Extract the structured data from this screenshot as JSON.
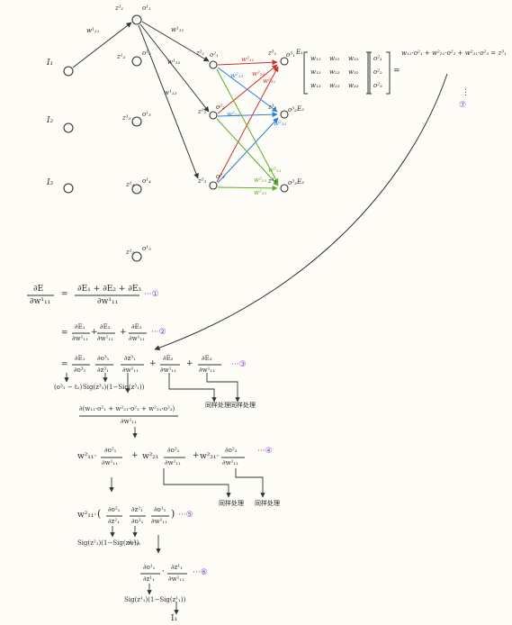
{
  "network": {
    "inputs": [
      {
        "label": "I₁"
      },
      {
        "label": "I₂"
      },
      {
        "label": "I₃"
      }
    ],
    "hidden1": [
      {
        "z": "z¹₁",
        "o": "o¹₁"
      },
      {
        "z": "z¹₂",
        "o": "o¹₂"
      },
      {
        "z": "z¹₃",
        "o": "o¹₃"
      },
      {
        "z": "z¹₄",
        "o": "o¹₄"
      },
      {
        "z": "z¹₅",
        "o": "o¹₅"
      }
    ],
    "hidden2": [
      {
        "z": "z²₁",
        "o": "o²₁"
      },
      {
        "z": "z²₂",
        "o": "o²₂"
      },
      {
        "z": "z²₃",
        "o": "o²₃"
      }
    ],
    "outputs": [
      {
        "z": "z³₁",
        "o": "o³₁",
        "e": "E₁"
      },
      {
        "z": "z³₂",
        "o": "o³₂",
        "e": "E₂"
      },
      {
        "z": "z³₃",
        "o": "o³₃",
        "e": "E₃"
      }
    ],
    "first_layer_weights": [
      "w¹₁₁",
      "w¹₁₂",
      "w¹₁₃"
    ],
    "input_weight": "w¹₁₁",
    "colored_weights": {
      "red": [
        "w²₁₁",
        "w²₂₁",
        "w²₃₁"
      ],
      "blue": [
        "w²₁₂",
        "w²₂₂",
        "w²₃₂"
      ],
      "green": [
        "w²₁₃",
        "w²₂₃",
        "w²₃₃"
      ]
    }
  },
  "matrix": {
    "rows": [
      [
        "w₁₁",
        "w₂₁",
        "w₃₁"
      ],
      [
        "w₁₂",
        "w₂₂",
        "w₃₂"
      ],
      [
        "w₁₃",
        "w₂₃",
        "w₃₃"
      ]
    ],
    "vector": [
      "o²₁",
      "o²₂",
      "o²₃"
    ],
    "equals": "=",
    "result": "w₁₁·o²₁ + w²₂₁·o²₂ + w²₃₁·o²₃ = z³₁",
    "ellipsis": "⋮",
    "marker": "⑦"
  },
  "equations": {
    "eq1": {
      "lhs_num": "∂E",
      "lhs_den": "∂w¹₁₁",
      "rhs_num": "∂E₁ + ∂E₂ + ∂E₃",
      "rhs_den": "∂w¹₁₁",
      "marker": "···①"
    },
    "eq2": {
      "t1_num": "∂E₁",
      "t1_den": "∂w¹₁₁",
      "t2_num": "∂E₂",
      "t2_den": "∂w¹₁₁",
      "t3_num": "∂E₃",
      "t3_den": "∂w¹₁₁",
      "marker": "···②"
    },
    "eq3": {
      "f1_num": "∂E₁",
      "f1_den": "∂o³₁",
      "f2_num": "∂o³₁",
      "f2_den": "∂z³₁",
      "f3_num": "∂z³₁",
      "f3_den": "∂w¹₁₁",
      "t2_num": "∂E₂",
      "t2_den": "∂w¹₁₁",
      "t3_num": "∂E₃",
      "t3_den": "∂w¹₁₁",
      "marker": "···③",
      "under1": "(o³₁ − t₁)",
      "under2": "Sig(z³₁)(1−Sig(z³₁))",
      "same1": "同样处理",
      "same2": "同样处理"
    },
    "expansion": {
      "num": "∂(w₁₁·o²₁ + w²₂₁·o²₂ + w²₃₁·o²₃)",
      "den": "∂w¹₁₁"
    },
    "eq4": {
      "c1": "w²₁₁·",
      "f1_num": "∂o²₁",
      "f1_den": "∂w¹₁₁",
      "c2": "w²₂₁",
      "f2_num": "∂o²₂",
      "f2_den": "∂w¹₁₁",
      "c3": "w²₃₁·",
      "f3_num": "∂o²₃",
      "f3_den": "∂w¹₁₁",
      "marker": "···④",
      "same1": "同样处理",
      "same2": "同样处理"
    },
    "eq5": {
      "c": "w²₁₁·",
      "f1_num": "∂o²₁",
      "f1_den": "∂z²₁",
      "f2_num": "∂z²₁",
      "f2_den": "∂o¹₁",
      "f3_num": "∂o¹₁",
      "f3_den": "∂w¹₁₁",
      "marker": "···⑤",
      "under1": "Sig(z²₁)(1−Sig(z²₁))",
      "under2": "w²₁₁"
    },
    "eq6": {
      "f1_num": "∂o¹₁",
      "f1_den": "∂z¹₁",
      "f2_num": "∂z¹₁",
      "f2_den": "∂w¹₁₁",
      "marker": "···⑥",
      "under1": "Sig(z¹₁)(1−Sig(z¹₁))",
      "under2": "I₁"
    }
  },
  "colors": {
    "red": "#d03030",
    "blue": "#2a7fd8",
    "green": "#5fae2a",
    "purple": "#8a4ac0",
    "ink": "#2a2a2a"
  }
}
